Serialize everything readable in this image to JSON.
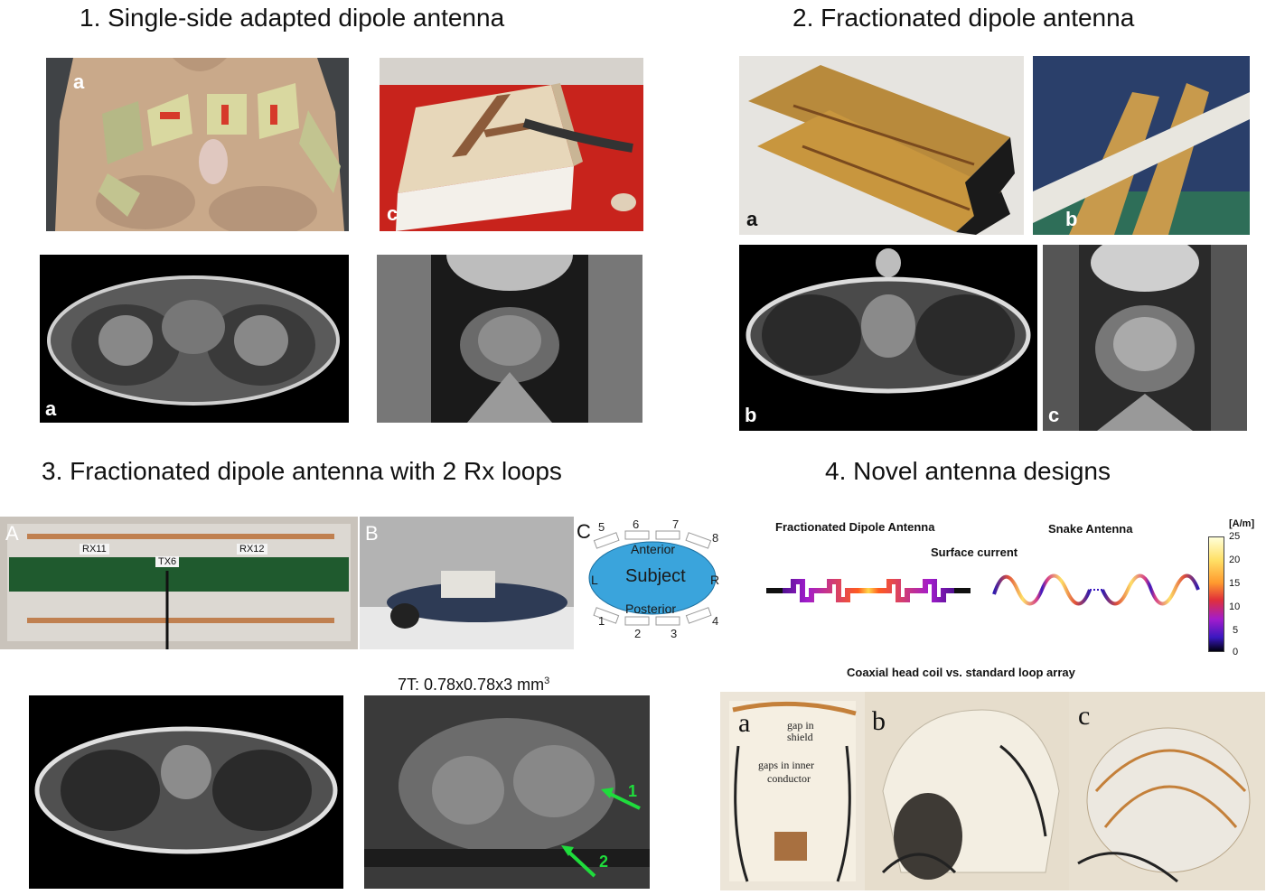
{
  "panels": {
    "p1": {
      "title": "1. Single-side adapted dipole antenna",
      "labels": [
        "a",
        "c",
        "a"
      ]
    },
    "p2": {
      "title": "2. Fractionated dipole antenna",
      "labels": [
        "a",
        "b",
        "b",
        "c"
      ]
    },
    "p3": {
      "title": "3. Fractionated dipole antenna with 2 Rx loops",
      "labels": [
        "A",
        "B",
        "C"
      ],
      "board_labels": [
        "RX11",
        "TX6",
        "RX12"
      ],
      "subject_diagram": {
        "center": "Subject",
        "anterior": "Anterior",
        "posterior": "Posterior",
        "left": "L",
        "right": "R",
        "top_numbers": [
          "5",
          "6",
          "7",
          "8"
        ],
        "bottom_numbers": [
          "1",
          "2",
          "3",
          "4"
        ]
      },
      "resolution_caption": "7T: 0.78x0.78x3 mm",
      "resolution_sup": "3",
      "arrow_labels": [
        "1",
        "2"
      ]
    },
    "p4": {
      "title": "4. Novel antenna designs",
      "fractionated_label": "Fractionated Dipole Antenna",
      "snake_label": "Snake Antenna",
      "surface_current_label": "Surface current",
      "colorbar": {
        "unit": "[A/m]",
        "ticks": [
          "25",
          "20",
          "15",
          "10",
          "5",
          "0"
        ]
      },
      "coax_caption": "Coaxial head coil vs. standard loop array",
      "coax_labels": [
        "a",
        "b",
        "c"
      ],
      "coax_annotations": [
        "gap in",
        "shield",
        "gaps in inner",
        "conductor"
      ]
    }
  },
  "colors": {
    "subject_fill": "#3aa4dc",
    "board_green": "#1f5a2e",
    "red_table": "#c8231c"
  }
}
